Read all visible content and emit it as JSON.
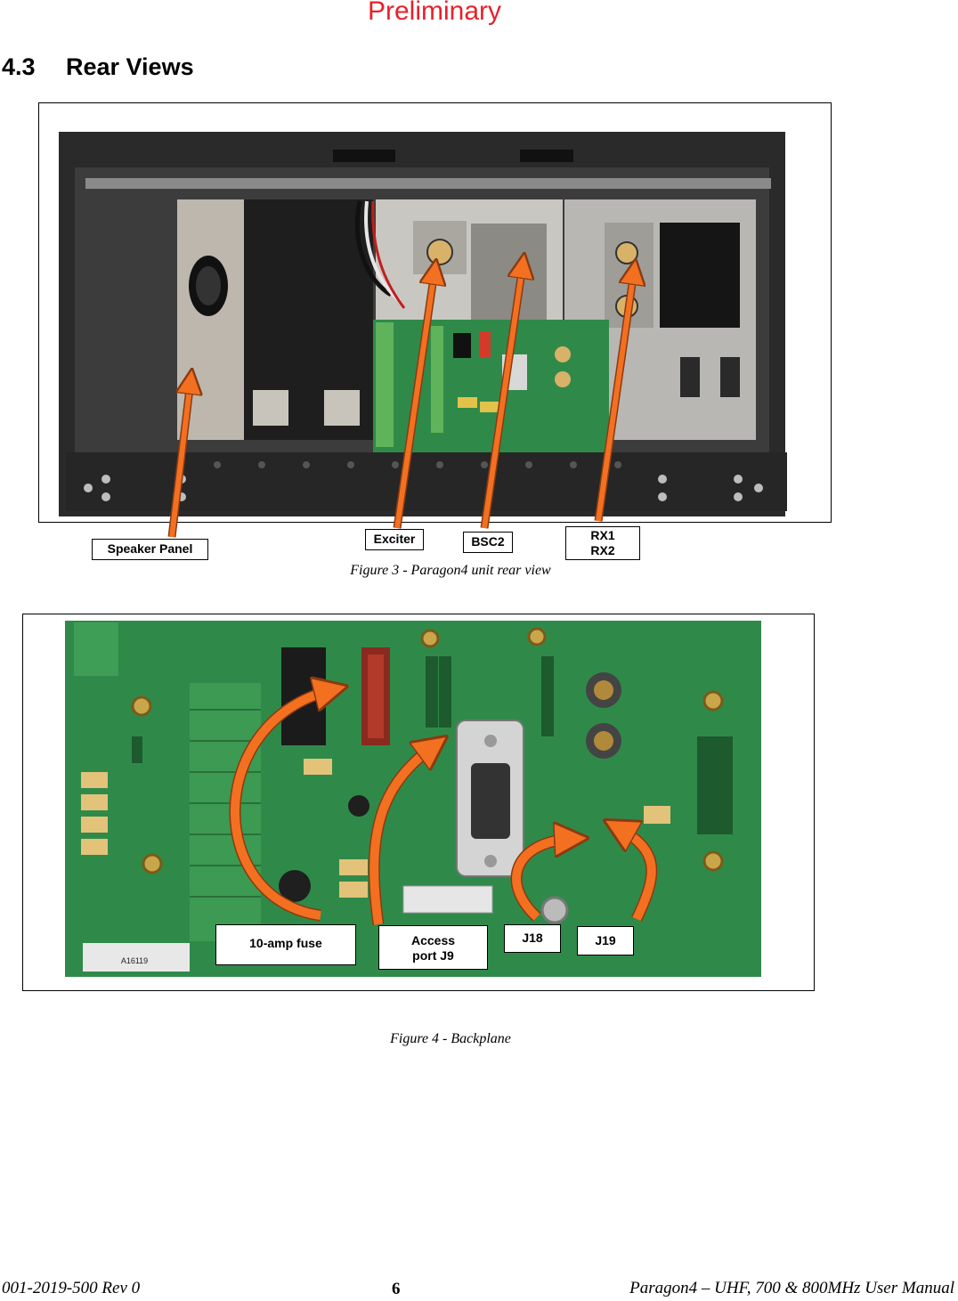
{
  "watermark": "Preliminary",
  "section": {
    "number": "4.3",
    "title": "Rear Views"
  },
  "figure3": {
    "caption": "Figure 3 - Paragon4 unit rear view",
    "labels": {
      "speaker_panel": "Speaker Panel",
      "exciter": "Exciter",
      "bsc2": "BSC2",
      "rx1": "RX1",
      "rx2": "RX2"
    }
  },
  "figure4": {
    "caption": "Figure 4 - Backplane",
    "labels": {
      "fuse": "10-amp fuse",
      "access_line1": "Access",
      "access_line2": "port J9",
      "j18": "J18",
      "j19": "J19"
    },
    "board_marking": "A16119"
  },
  "footer": {
    "doc_number": "001-2019-500 Rev 0",
    "page": "6",
    "manual_title": "Paragon4 – UHF, 700  & 800MHz User Manual"
  },
  "colors": {
    "arrow_fill": "#f37021",
    "arrow_stroke": "#8a3a10",
    "pcb_green": "#2f8a4a",
    "chassis": "#2b2b2b",
    "watermark": "#e8212b"
  }
}
